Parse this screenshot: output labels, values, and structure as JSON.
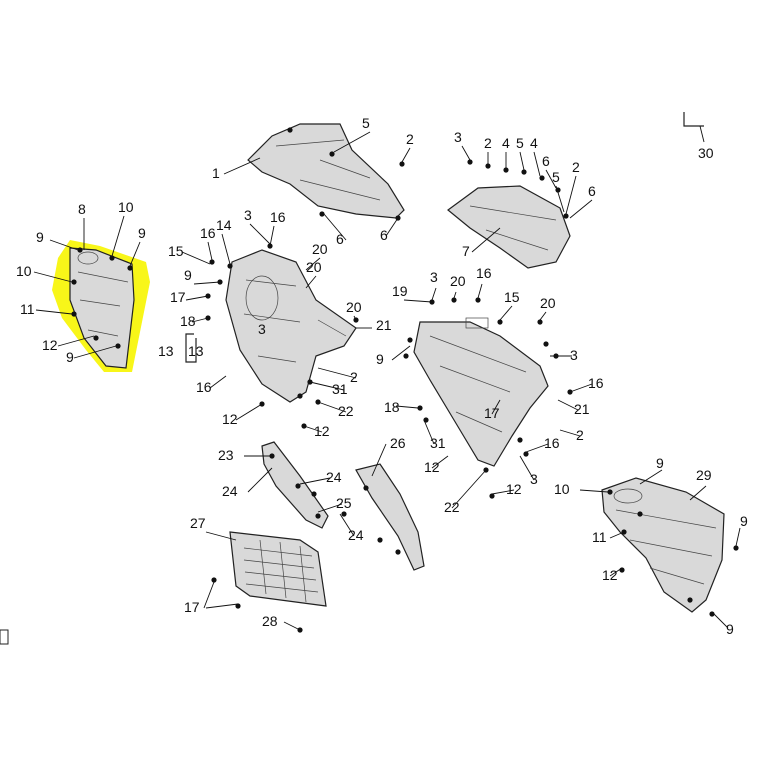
{
  "highlight_color": "#f7f500",
  "part_fill": "#d9d9d9",
  "part_dark": "#8a8a8a",
  "callouts": [
    {
      "id": "c1",
      "text": "1"
    },
    {
      "id": "c2",
      "text": "2"
    },
    {
      "id": "c3",
      "text": "3"
    },
    {
      "id": "c4",
      "text": "4"
    },
    {
      "id": "c5",
      "text": "5"
    },
    {
      "id": "c6",
      "text": "6"
    },
    {
      "id": "c7",
      "text": "7"
    },
    {
      "id": "c8",
      "text": "8"
    },
    {
      "id": "c9",
      "text": "9"
    },
    {
      "id": "c10",
      "text": "10"
    },
    {
      "id": "c11",
      "text": "11"
    },
    {
      "id": "c12",
      "text": "12"
    },
    {
      "id": "c13",
      "text": "13"
    },
    {
      "id": "c14",
      "text": "14"
    },
    {
      "id": "c15",
      "text": "15"
    },
    {
      "id": "c16",
      "text": "16"
    },
    {
      "id": "c17",
      "text": "17"
    },
    {
      "id": "c18",
      "text": "18"
    },
    {
      "id": "c19",
      "text": "19"
    },
    {
      "id": "c20",
      "text": "20"
    },
    {
      "id": "c21",
      "text": "21"
    },
    {
      "id": "c22",
      "text": "22"
    },
    {
      "id": "c23",
      "text": "23"
    },
    {
      "id": "c24",
      "text": "24"
    },
    {
      "id": "c25",
      "text": "25"
    },
    {
      "id": "c26",
      "text": "26"
    },
    {
      "id": "c27",
      "text": "27"
    },
    {
      "id": "c28",
      "text": "28"
    },
    {
      "id": "c29",
      "text": "29"
    },
    {
      "id": "c30",
      "text": "30"
    },
    {
      "id": "c31",
      "text": "31"
    }
  ]
}
